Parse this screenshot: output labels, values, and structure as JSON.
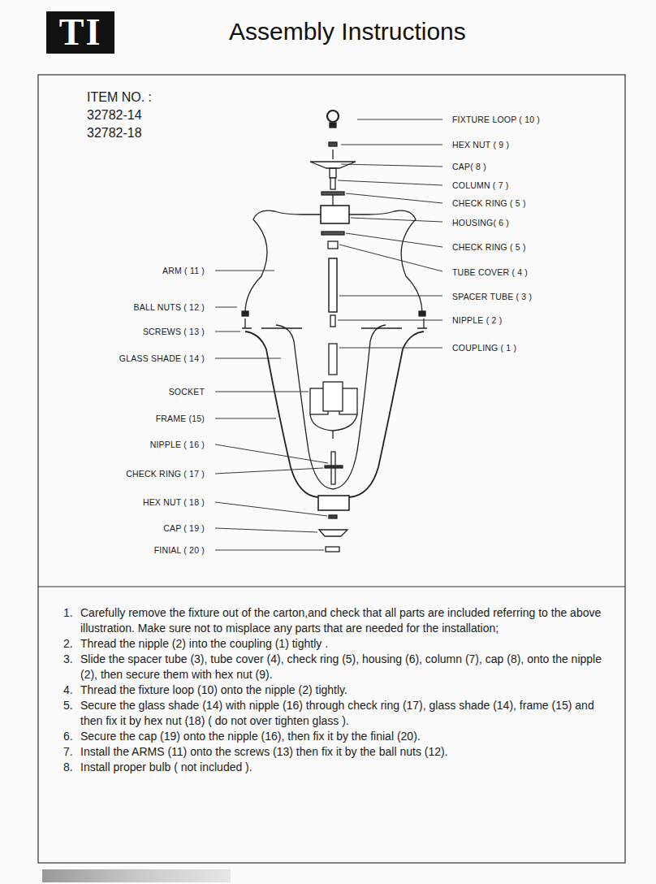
{
  "diagram": {
    "title": "Assembly Instructions",
    "nodes": [
      {
        "text": [
          "TI"
        ]
      }
    ],
    "labels": [
      "ITEM NO. :",
      "32782-14",
      "32782-18",
      "FIXTURE LOOP ( 10 )",
      "HEX NUT ( 9 )",
      "CAP( 8 )",
      "COLUMN ( 7 )",
      "CHECK RING ( 5 )",
      "HOUSING( 6 )",
      "CHECK RING ( 5 )",
      "TUBE COVER ( 4 )",
      "SPACER TUBE ( 3 )",
      "NIPPLE ( 2 )",
      "COUPLING ( 1 )",
      "ARM ( 11 )",
      "BALL NUTS ( 12 )",
      "SCREWS ( 13 )",
      "GLASS SHADE ( 14 )",
      "SOCKET",
      "FRAME (15)",
      "NIPPLE ( 16 )",
      "CHECK RING ( 17 )",
      "HEX NUT ( 18 )",
      "CAP ( 19 )",
      "FINIAL ( 20 )",
      "1.",
      "Carefully remove the fixture out of the carton,and check that all parts are included referring to the above illustration. Make sure not to misplace any parts that are needed for the installation;",
      "2.",
      "Thread the nipple (2) into the coupling (1) tightly .",
      "3.",
      "Slide the spacer tube (3), tube cover (4), check ring (5), housing (6), column (7), cap (8), onto the nipple (2), then secure them with hex nut (9).",
      "4.",
      "Thread the fixture loop (10) onto the nipple (2) tightly.",
      "5.",
      "Secure the glass shade (14) with nipple (16) through check ring (17), glass shade (14), frame (15) and then fix it by hex nut (18) ( do not over tighten glass ).",
      "6.",
      "Secure the cap (19) onto the nipple (16), then fix it by the finial (20).",
      "7.",
      "Install the ARMS (11) onto the screws (13) then fix it by the ball nuts (12).",
      "8.",
      "Install proper bulb ( not included )."
    ]
  }
}
